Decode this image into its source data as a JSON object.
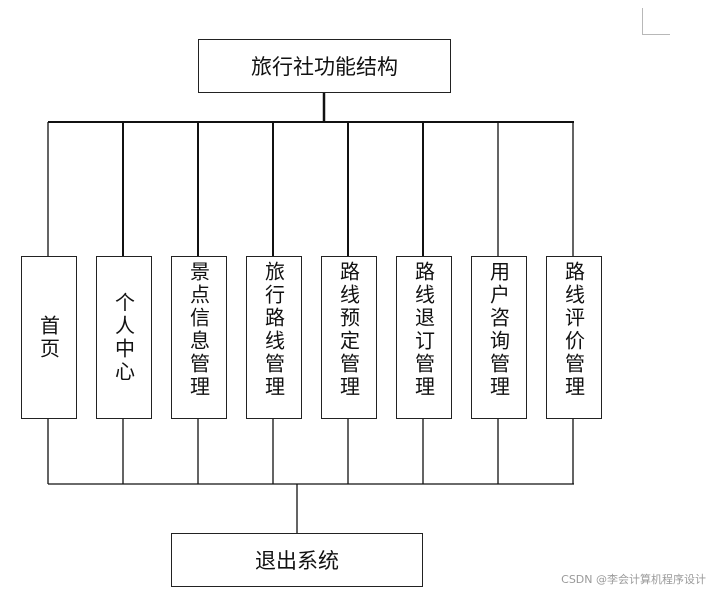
{
  "diagram": {
    "title": "旅行社功能结构",
    "modules": [
      {
        "label": "首页"
      },
      {
        "label": "个人中心"
      },
      {
        "label": "景点信息管理"
      },
      {
        "label": "旅行路线管理"
      },
      {
        "label": "路线预定管理"
      },
      {
        "label": "路线退订管理"
      },
      {
        "label": "用户咨询管理"
      },
      {
        "label": "路线评价管理"
      }
    ],
    "exit": "退出系统"
  },
  "watermark": "CSDN @李会计算机程序设计"
}
